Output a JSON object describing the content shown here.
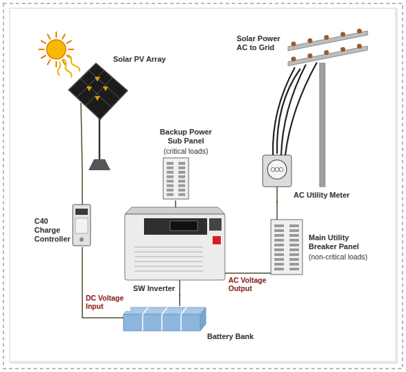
{
  "diagram": {
    "nodes": [
      {
        "text": [
          "Solar PV Array"
        ]
      },
      {
        "text": [
          "Solar Power AC to Grid"
        ]
      },
      {
        "text": [
          "Backup Power Sub Panel",
          "(critical loads)"
        ]
      },
      {
        "text": [
          "AC Utility Meter"
        ]
      },
      {
        "text": [
          "C40 Charge Controller"
        ]
      },
      {
        "text": [
          "SW Inverter"
        ]
      },
      {
        "text": [
          "Main Utility Breaker Panel",
          "(non-critical loads)"
        ]
      },
      {
        "text": [
          "Battery Bank"
        ]
      }
    ],
    "edges": [
      {
        "from": 0,
        "to": 4,
        "arrow": "none"
      },
      {
        "from": 4,
        "to": 7,
        "label": "DC Voltage Input",
        "arrow": "none"
      },
      {
        "from": 7,
        "to": 5,
        "arrow": "none"
      },
      {
        "from": 5,
        "to": 2,
        "arrow": "none"
      },
      {
        "from": 5,
        "to": 6,
        "label": "AC Voltage Output",
        "arrow": "none"
      },
      {
        "from": 6,
        "to": 3,
        "arrow": "none"
      },
      {
        "from": 3,
        "to": 1,
        "arrow": "none"
      }
    ]
  }
}
